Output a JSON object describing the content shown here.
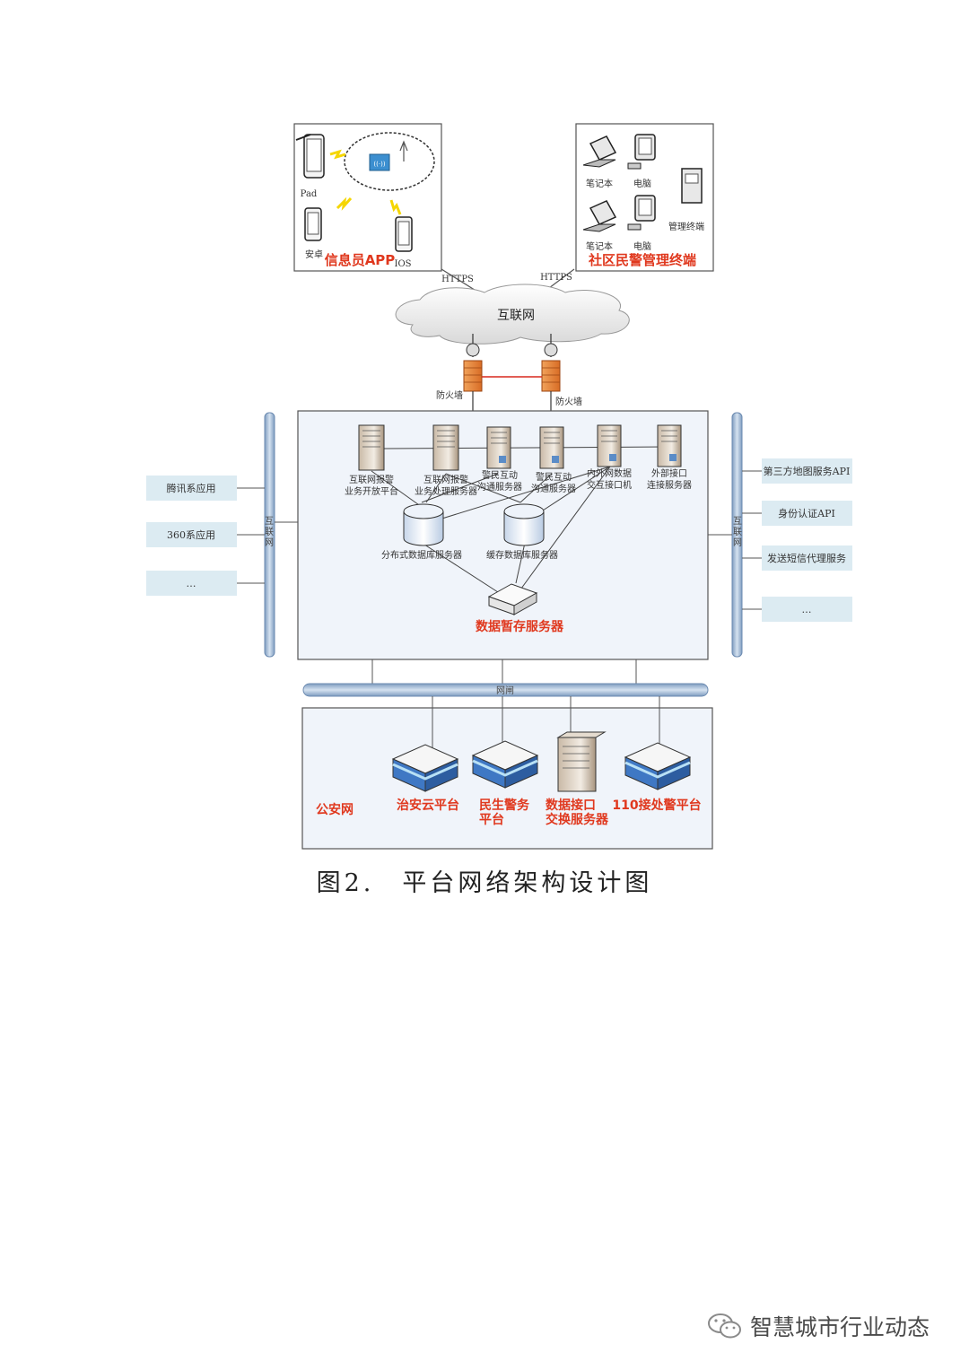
{
  "diagram": {
    "top_left_group": {
      "title": "信息员APP",
      "devices": {
        "pad": "Pad",
        "android": "安卓",
        "ios": "IOS"
      },
      "link_label": "HTTPS"
    },
    "top_right_group": {
      "title": "社区民警管理终端",
      "devices": {
        "laptop_1": "笔记本",
        "pc_1": "电脑",
        "laptop_2": "笔记本",
        "pc_2": "电脑",
        "mgmt_terminal": "管理终端"
      },
      "link_label": "HTTPS"
    },
    "internet_cloud": "互联网",
    "firewall_left": "防火墙",
    "firewall_right": "防火墙",
    "left_bus_label": "互联网",
    "right_bus_label": "互联网",
    "left_apps": [
      "腾讯系应用",
      "360系应用",
      "…"
    ],
    "right_services": [
      "第三方地图服务API",
      "身份认证API",
      "发送短信代理服务",
      "…"
    ],
    "servers": [
      [
        "互联网报警",
        "业务开放平台"
      ],
      [
        "互联网报警",
        "业务处理服务器"
      ],
      [
        "警民互动",
        "沟通服务器"
      ],
      [
        "警民互动",
        "沟通服务器"
      ],
      [
        "内外网数据",
        "交互接口机"
      ],
      [
        "外部接口",
        "连接服务器"
      ]
    ],
    "db_distributed": "分布式数据库服务器",
    "db_cache": "缓存数据库服务器",
    "storage": "数据暂存服务器",
    "private_bus": "网闸",
    "police_net": {
      "label": "公安网",
      "platforms": [
        [
          "治安云平台"
        ],
        [
          "民生警务",
          "平台"
        ],
        [
          "数据接口",
          "交换服务器"
        ],
        [
          "110接处警平台"
        ]
      ]
    },
    "caption": "图2.　平台网络架构设计图"
  },
  "watermark": "智慧城市行业动态",
  "colors": {
    "accent_red": "#e0381e",
    "bus_blue": "#9db7d4",
    "panel_bg": "#f0f4fa",
    "side_box": "#dcebf2"
  }
}
